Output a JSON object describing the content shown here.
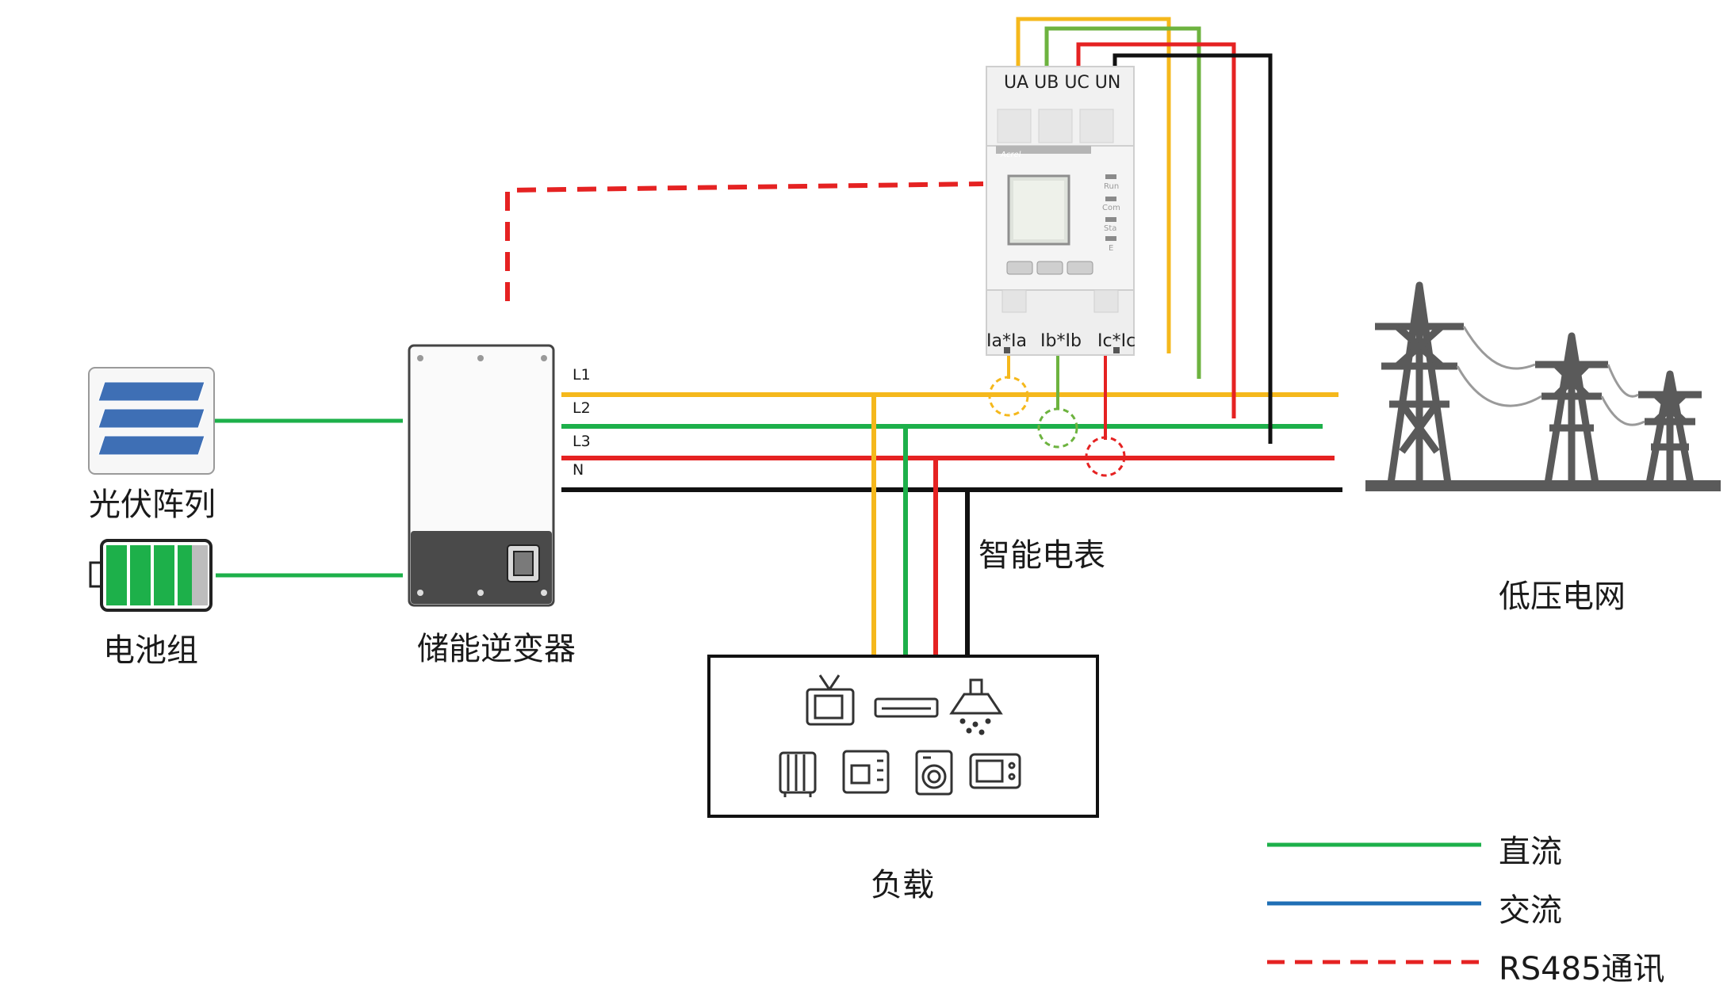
{
  "components": {
    "pv": "光伏阵列",
    "battery": "电池组",
    "inverter": "储能逆变器",
    "meter": "智能电表",
    "grid": "低压电网",
    "load": "负载"
  },
  "meter": {
    "brand": "Acrel",
    "voltage_terminals": "UA UB UC UN",
    "current_terminals": [
      "Ia*Ia",
      "Ib*Ib",
      "Ic*Ic"
    ],
    "indicators": [
      "Run",
      "Com",
      "Sta",
      "E"
    ]
  },
  "bus_lines": [
    "L1",
    "L2",
    "L3",
    "N"
  ],
  "legend": [
    {
      "label": "直流",
      "color": "#1db04a",
      "style": "solid"
    },
    {
      "label": "交流",
      "color": "#1f6fb5",
      "style": "solid"
    },
    {
      "label": "RS485通讯",
      "color": "#e52222",
      "style": "dashed"
    }
  ],
  "colors": {
    "L1": "#f5b81c",
    "L2": "#1db04a",
    "L3": "#e52222",
    "N": "#111111",
    "UB": "#6db33f",
    "rs485": "#e52222"
  }
}
